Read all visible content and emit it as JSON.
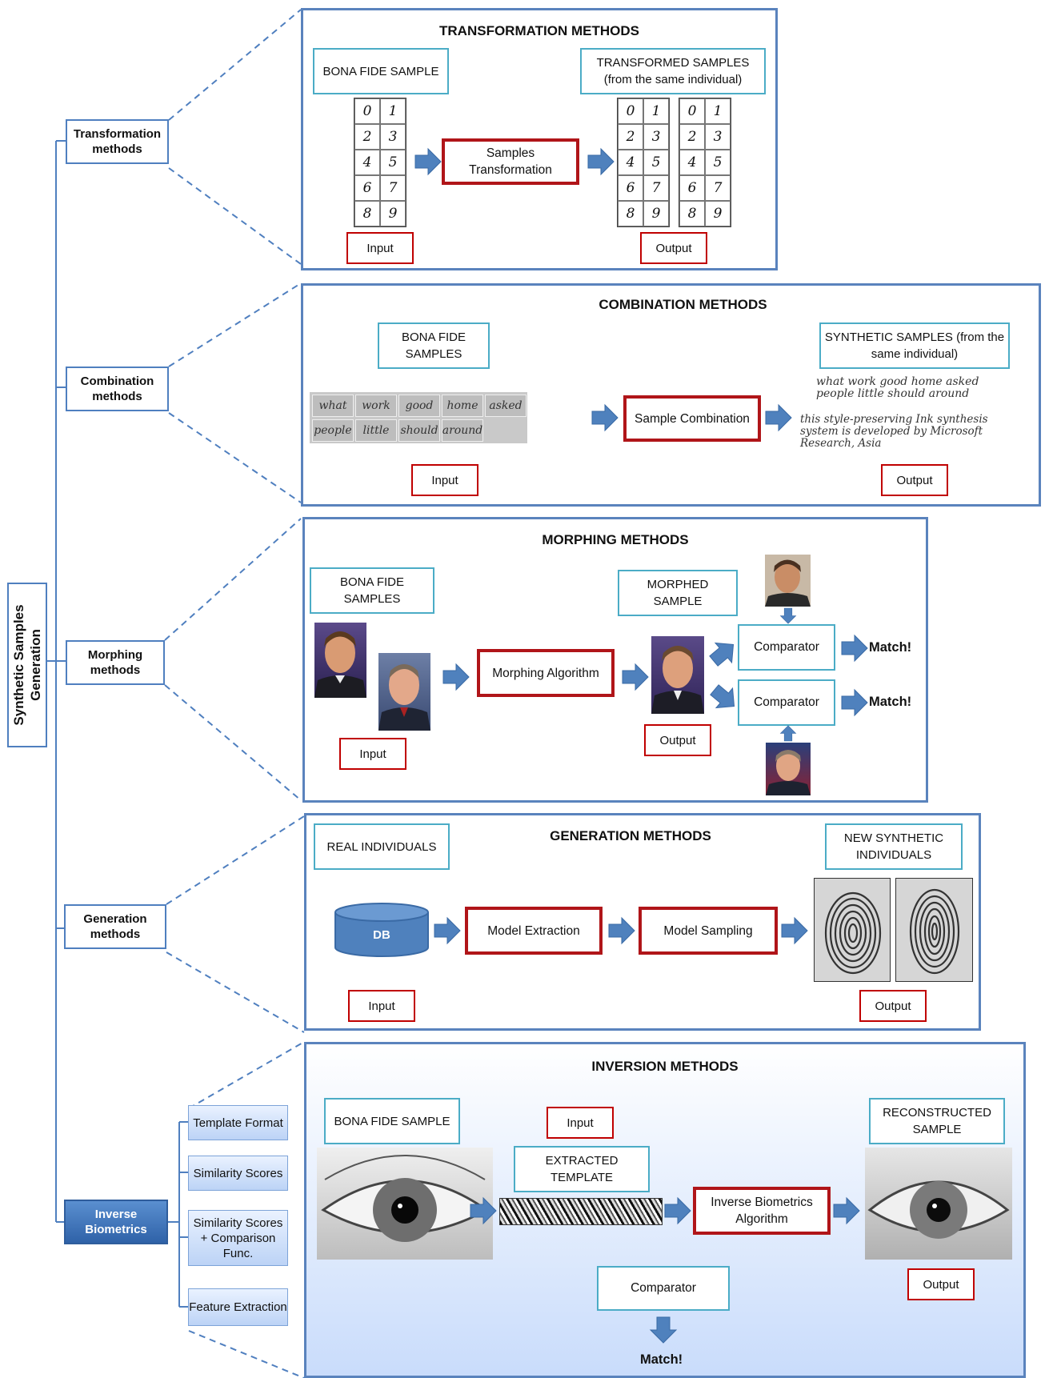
{
  "root": {
    "label_line1": "Synthetic Samples",
    "label_line2": "Generation"
  },
  "nodes": {
    "transformation": "Transformation methods",
    "combination": "Combination methods",
    "morphing": "Morphing methods",
    "generation": "Generation methods",
    "inverse": "Inverse Biometrics"
  },
  "inverse_sub": [
    "Template Format",
    "Similarity Scores",
    "Similarity Scores + Comparison Func.",
    "Feature Extraction"
  ],
  "transformation": {
    "title": "TRANSFORMATION METHODS",
    "input_label": "BONA FIDE SAMPLE",
    "output_label": "TRANSFORMED SAMPLES (from the same individual)",
    "process": "Samples Transformation",
    "input": "Input",
    "output": "Output",
    "digits": [
      "0",
      "1",
      "2",
      "3",
      "4",
      "5",
      "6",
      "7",
      "8",
      "9"
    ]
  },
  "combination": {
    "title": "COMBINATION METHODS",
    "input_label": "BONA FIDE SAMPLES",
    "output_label": "SYNTHETIC SAMPLES (from the same individual)",
    "process": "Sample Combination",
    "input": "Input",
    "output": "Output",
    "words_row1": [
      "what",
      "work",
      "good",
      "home",
      "asked"
    ],
    "words_row2": [
      "people",
      "little",
      "should",
      "around"
    ],
    "synth_line1": "what work good home asked",
    "synth_line2": "people little should around",
    "synth_line3": "this style-preserving Ink synthesis",
    "synth_line4": "system is developed by Microsoft",
    "synth_line5": "Research, Asia"
  },
  "morphing": {
    "title": "MORPHING METHODS",
    "input_label": "BONA FIDE SAMPLES",
    "output_label": "MORPHED SAMPLE",
    "process": "Morphing Algorithm",
    "comparator1": "Comparator",
    "comparator2": "Comparator",
    "match1": "Match!",
    "match2": "Match!",
    "input": "Input",
    "output": "Output"
  },
  "generation": {
    "title": "GENERATION METHODS",
    "input_label": "REAL INDIVIDUALS",
    "output_label": "NEW SYNTHETIC INDIVIDUALS",
    "db": "DB",
    "process1": "Model Extraction",
    "process2": "Model Sampling",
    "input": "Input",
    "output": "Output"
  },
  "inversion": {
    "title": "INVERSION METHODS",
    "input_label": "BONA FIDE SAMPLE",
    "template_label": "EXTRACTED TEMPLATE",
    "output_label": "RECONSTRUCTED SAMPLE",
    "process": "Inverse Biometrics Algorithm",
    "comparator": "Comparator",
    "match": "Match!",
    "input": "Input",
    "output": "Output"
  },
  "colors": {
    "panel_border": "#5a83bd",
    "label_border": "#4bacc6",
    "process_border": "#b01519",
    "io_border": "#c00000",
    "arrow": "#4f81bd"
  }
}
